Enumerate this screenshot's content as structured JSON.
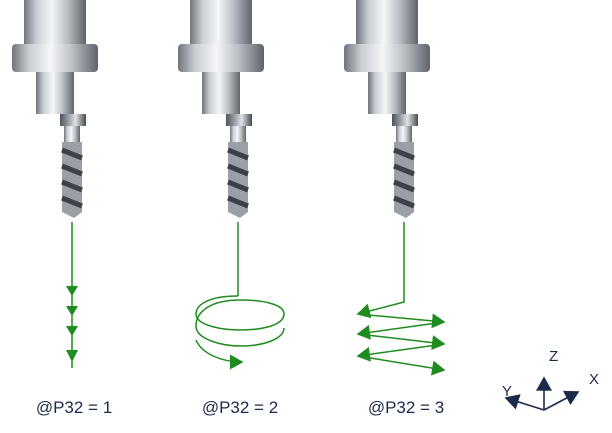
{
  "tools": [
    {
      "label": "@P32 = 1",
      "mode": "plunge"
    },
    {
      "label": "@P32 = 2",
      "mode": "helix"
    },
    {
      "label": "@P32 = 3",
      "mode": "zigzag"
    }
  ],
  "axes": {
    "x": "X",
    "y": "Y",
    "z": "Z"
  },
  "colors": {
    "path": "#1e8c1e",
    "axis": "#1c2a4a",
    "metal": "#9aa0a6"
  }
}
